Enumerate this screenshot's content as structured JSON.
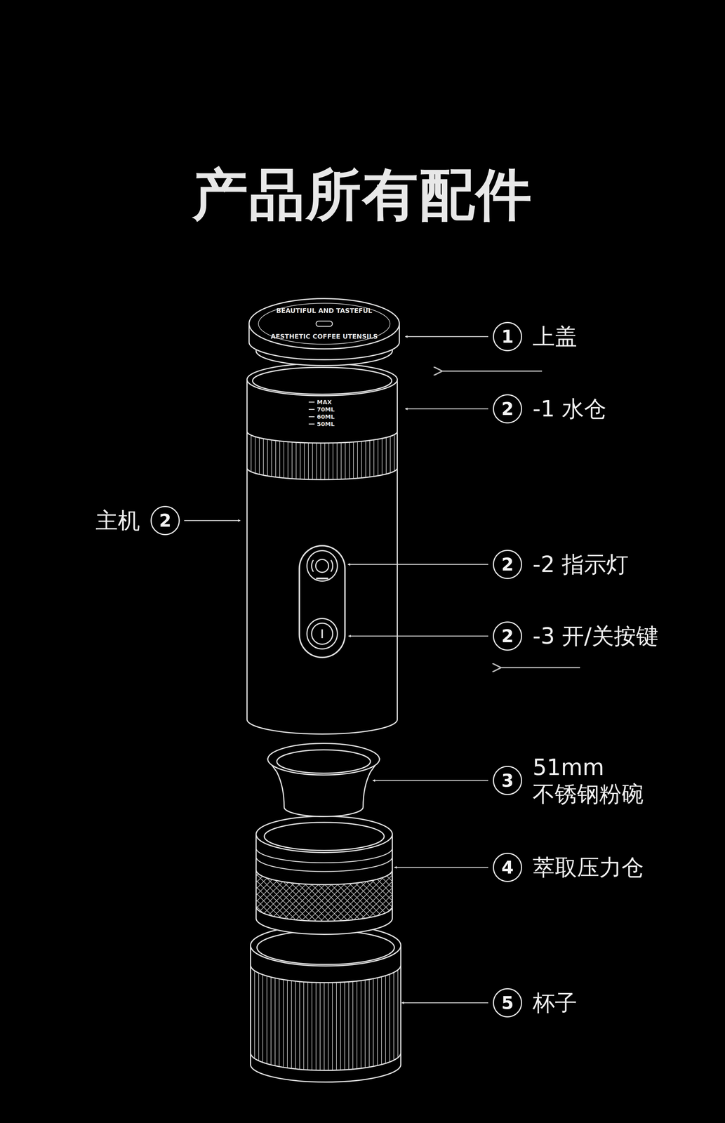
{
  "diagram": {
    "title": "产品所有配件",
    "nodes": [
      {
        "text": [
          "1",
          "上盖"
        ]
      },
      {
        "text": [
          "2",
          "-1 水仓"
        ]
      },
      {
        "text": [
          "主机",
          "2"
        ]
      },
      {
        "text": [
          "2",
          "-2 指示灯"
        ]
      },
      {
        "text": [
          "2",
          "-3 开/关按键"
        ]
      },
      {
        "text": [
          "3",
          "51mm 不锈钢粉碗"
        ]
      },
      {
        "text": [
          "4",
          "萃取压力仓"
        ]
      },
      {
        "text": [
          "5",
          "杯子"
        ]
      }
    ],
    "labels": [
      "BEAUTIFUL AND TASTEFUL",
      "AESTHETIC COFFEE UTENSILS",
      "MAX",
      "70ML",
      "60ML",
      "50ML"
    ]
  }
}
